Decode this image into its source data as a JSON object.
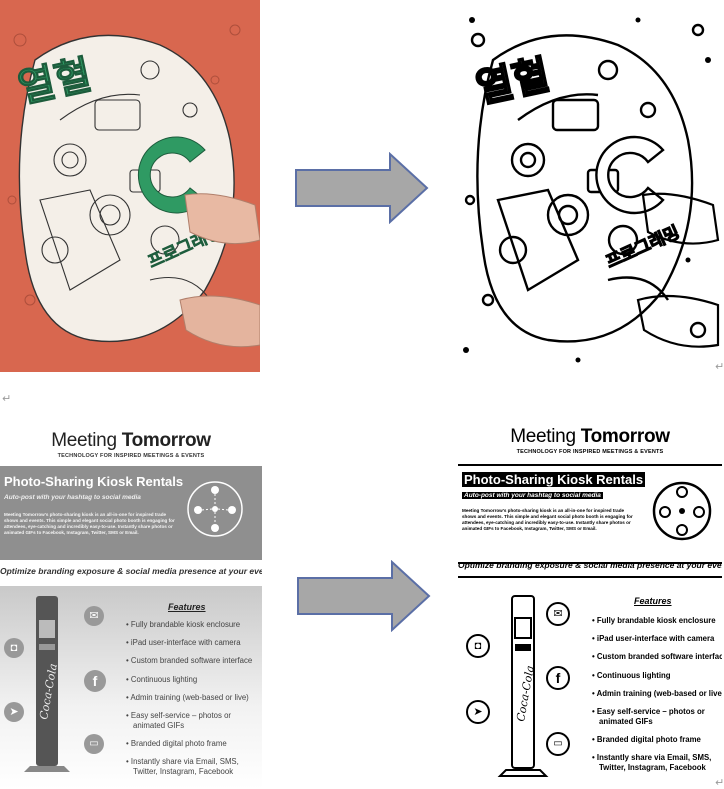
{
  "arrow_color": "#a7a7a7",
  "arrow_stroke": "#5b6fa6",
  "return_glyph": "↵",
  "book": {
    "title_main": "열혈",
    "title_sub": "프로그래밍",
    "letter": "C",
    "accent_color": "#2f9a63",
    "cover_color": "#d8674f"
  },
  "flyer_left": {
    "brand_light": "Meeting ",
    "brand_bold": "Tomorrow",
    "tagline": "TECHNOLOGY FOR INSPIRED MEETINGS & EVENTS",
    "title": "Photo-Sharing Kiosk Rentals",
    "subtitle": "Auto-post with your hashtag to social media",
    "body": "Meeting Tomorrow's photo-sharing kiosk is an all-in-one for inspired trade shows and events. This simple and elegant social photo booth is engaging for attendees, eye-catching and incredibly easy-to-use. Instantly share photos or animated GIFs to Facebook, Instagram, Twitter, SMS or Email.",
    "strip": "Optimize branding exposure & social media presence at your event!",
    "features_title": "Features",
    "features": [
      "Fully brandable kiosk enclosure",
      "iPad user-interface with camera",
      "Custom branded software interface",
      "Continuous lighting",
      "Admin training (web-based or live)",
      "Easy self-service – photos or",
      "animated GIFs",
      "Branded digital photo frame",
      "Instantly share via Email, SMS,",
      "Twitter, Instagram, Facebook"
    ],
    "kiosk_logo": "Coca-Cola"
  },
  "flyer_right": {
    "brand_light": "Meeting ",
    "brand_bold": "Tomorrow",
    "tagline": "TECHNOLOGY FOR INSPIRED MEETINGS & EVENTS",
    "title": "Photo-Sharing Kiosk Rentals",
    "subtitle": "Auto-post with your hashtag to social media",
    "body": "Meeting Tomorrow's photo-sharing kiosk is an all-in-one for inspired trade shows and events. This simple and elegant social photo booth is engaging for attendees, eye-catching and incredibly easy-to-use. Instantly share photos or animated GIFs to Facebook, Instagram, Twitter, SMS or Email.",
    "strip": "Optimize branding exposure & social media presence at your event!",
    "features_title": "Features",
    "features": [
      "Fully brandable kiosk enclosure",
      "iPad user-interface with camera",
      "Custom branded software interface",
      "Continuous lighting",
      "Admin training (web-based or live)",
      "Easy self-service – photos or",
      "animated GIFs",
      "Branded digital photo frame",
      "Instantly share via Email, SMS,",
      "Twitter, Instagram, Facebook"
    ],
    "kiosk_logo": "Coca-Cola"
  }
}
